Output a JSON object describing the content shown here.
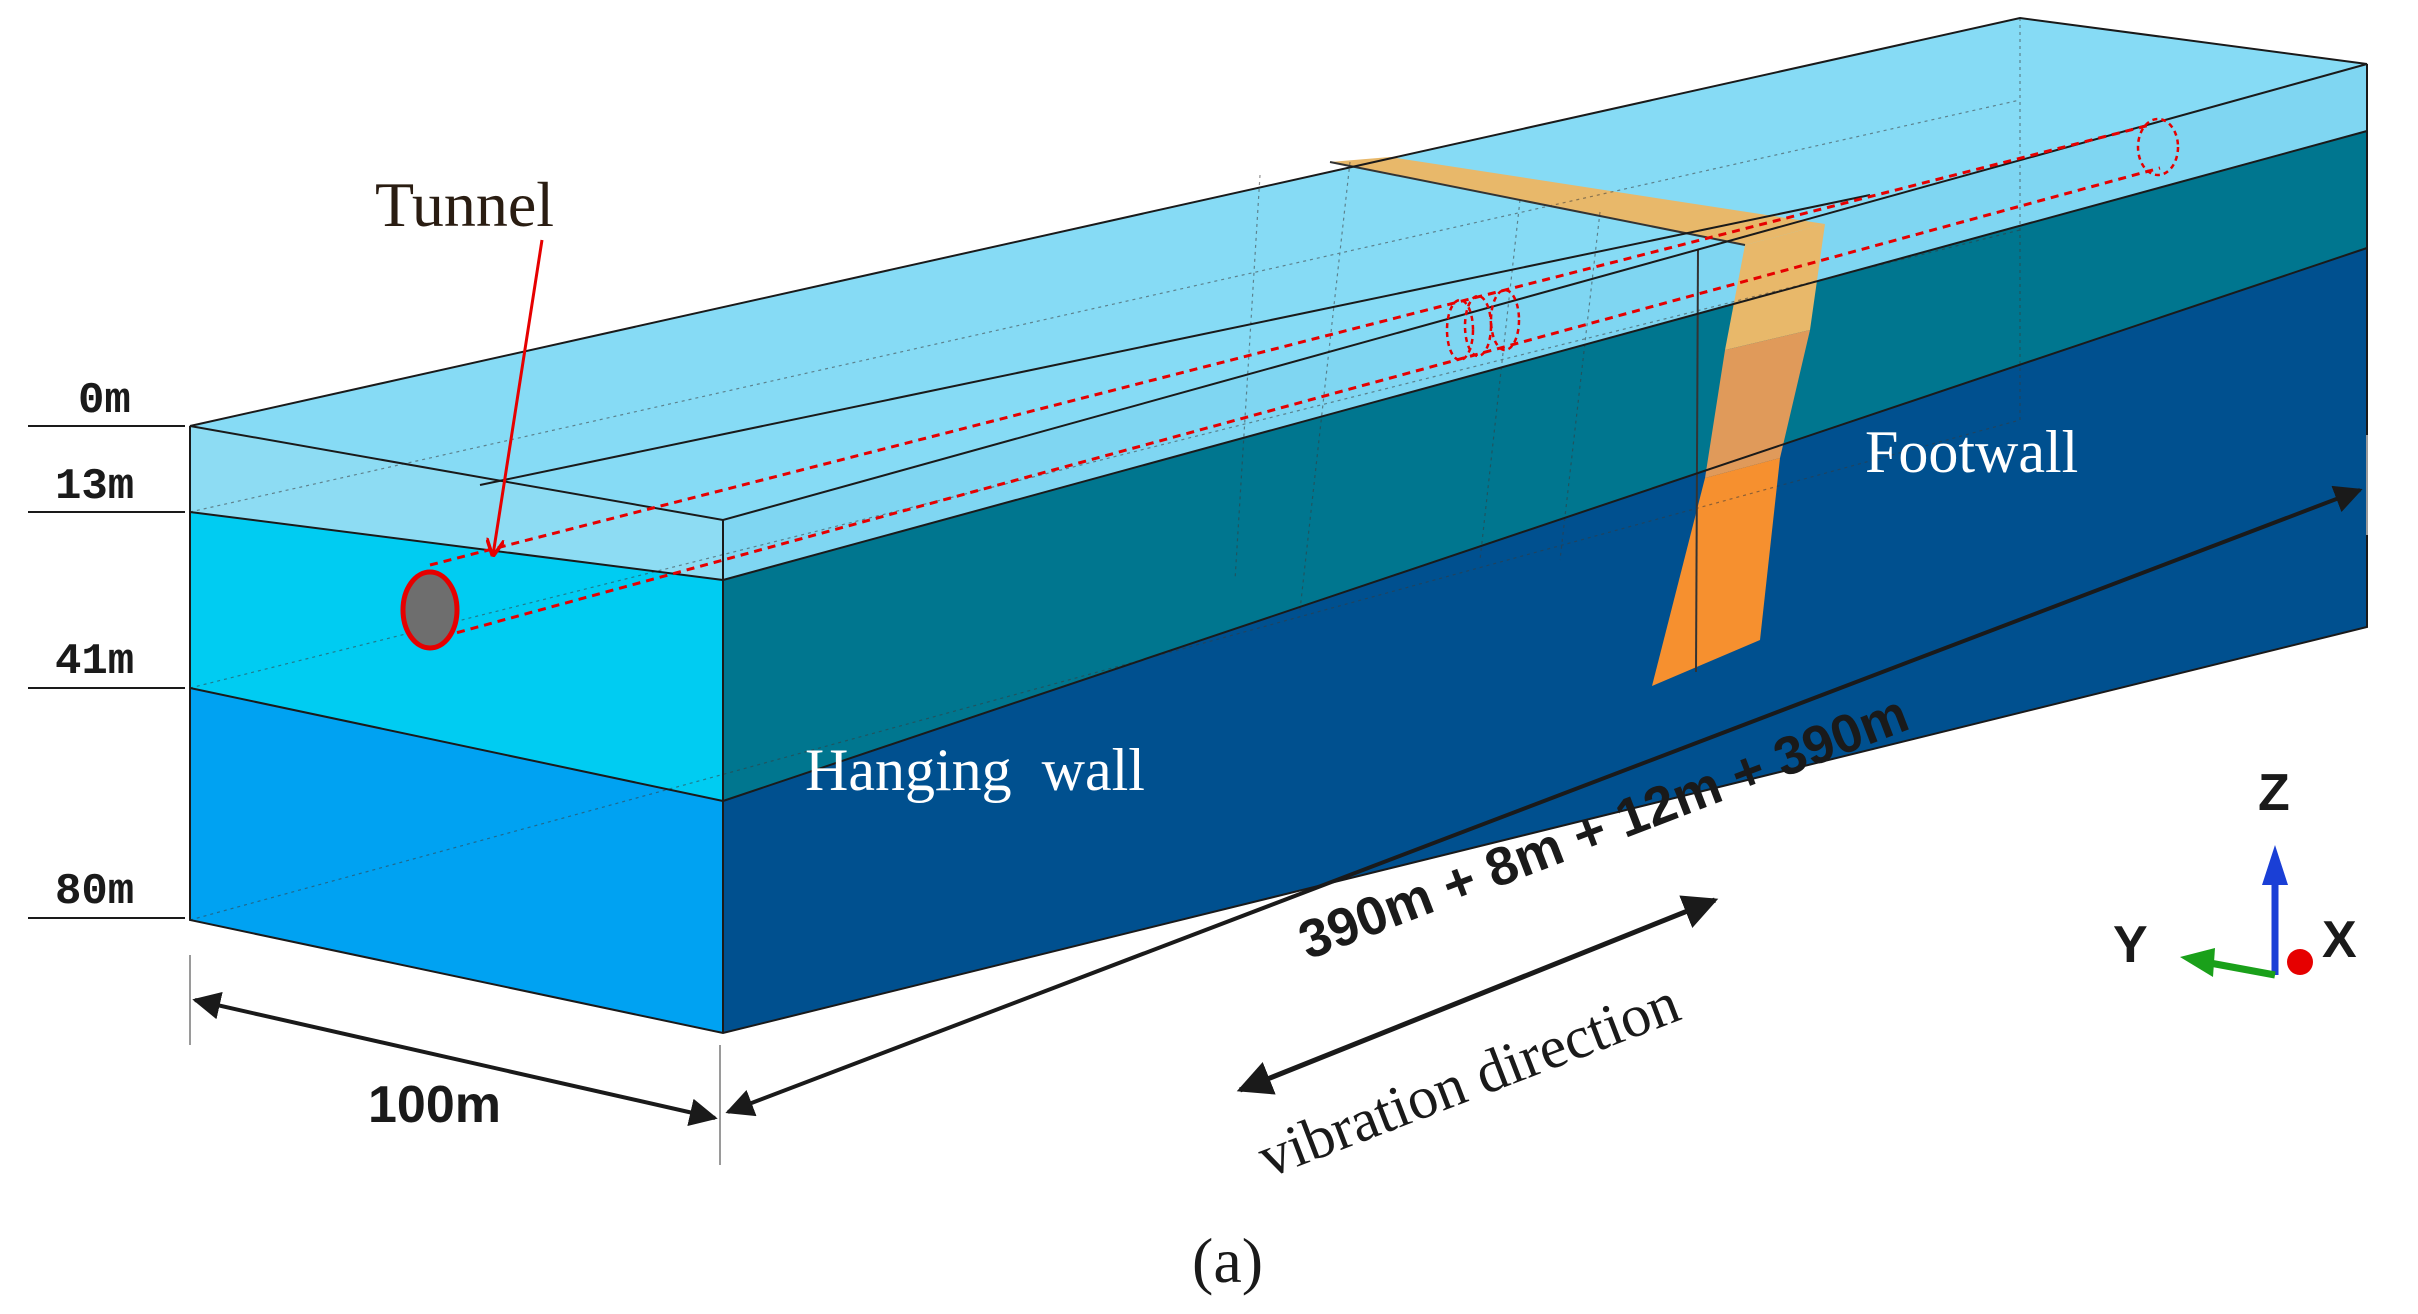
{
  "depth_labels": [
    "0m",
    "13m",
    "41m",
    "80m"
  ],
  "labels": {
    "tunnel": "Tunnel",
    "footwall": "Footwall",
    "hanging_wall": "Hanging  wall",
    "width": "100m",
    "length": "390m + 8m + 12m + 390m",
    "vibration": "vibration direction",
    "caption": "(a)"
  },
  "axes": {
    "z": "Z",
    "y": "Y",
    "x": "X"
  },
  "colors": {
    "layer_top_front": "#7fd6f2",
    "layer_mid_front": "#00ccf2",
    "layer_bottom_front": "#00a2f2",
    "layer_top_side": "#7fd6f2",
    "layer_mid_side": "#00768f",
    "layer_bottom_side": "#00508f",
    "fault": "#f6a03a",
    "tunnel": "#e60000",
    "axis_z": "#1a3fd6",
    "axis_y": "#1aa01a",
    "axis_x": "#e60000"
  }
}
